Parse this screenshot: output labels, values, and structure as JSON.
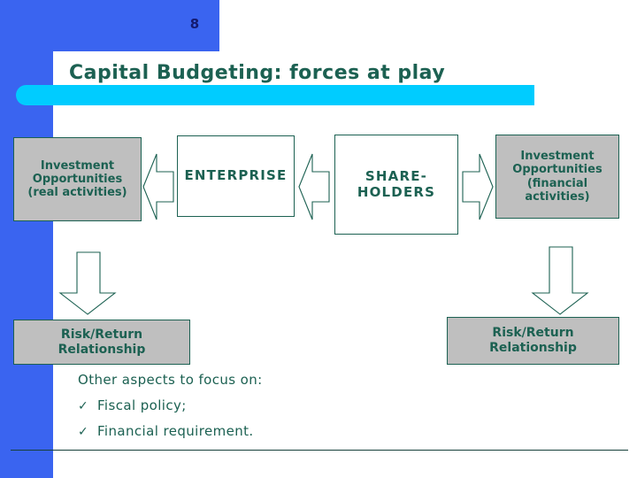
{
  "slide": {
    "number": "8",
    "title": "Capital Budgeting: forces at play",
    "accent_blue": "#3a64f0",
    "accent_cyan": "#00ccff",
    "text_teal": "#1c6152",
    "box_gray": "#bfbfbf"
  },
  "diagram": {
    "boxes": [
      {
        "name": "investment-opportunities-real",
        "fill": "gray",
        "lines": [
          "Investment",
          "Opportunities",
          "(real activities)"
        ]
      },
      {
        "name": "enterprise",
        "fill": "white",
        "lines": [
          "ENTERPRISE"
        ]
      },
      {
        "name": "shareholders",
        "fill": "white",
        "lines": [
          "SHARE-",
          "HOLDERS"
        ]
      },
      {
        "name": "investment-opportunities-financial",
        "fill": "gray",
        "lines": [
          "Investment",
          "Opportunities",
          "(financial",
          "activities)"
        ]
      },
      {
        "name": "risk-return-left",
        "fill": "gray",
        "lines": [
          "Risk/Return",
          "Relationship"
        ]
      },
      {
        "name": "risk-return-right",
        "fill": "gray",
        "lines": [
          "Risk/Return",
          "Relationship"
        ]
      }
    ],
    "arrows": [
      {
        "name": "arrow-enterprise-to-investment-real",
        "direction": "left"
      },
      {
        "name": "arrow-shareholders-to-enterprise",
        "direction": "left"
      },
      {
        "name": "arrow-shareholders-to-investment-financial",
        "direction": "right"
      },
      {
        "name": "arrow-investment-real-to-risk-return",
        "direction": "down"
      },
      {
        "name": "arrow-investment-financial-to-risk-return",
        "direction": "down"
      }
    ]
  },
  "bullets": {
    "heading": "Other aspects to focus on:",
    "items": [
      {
        "mark": "✓",
        "text": "Fiscal policy;"
      },
      {
        "mark": "✓",
        "text": "Financial requirement."
      }
    ]
  }
}
